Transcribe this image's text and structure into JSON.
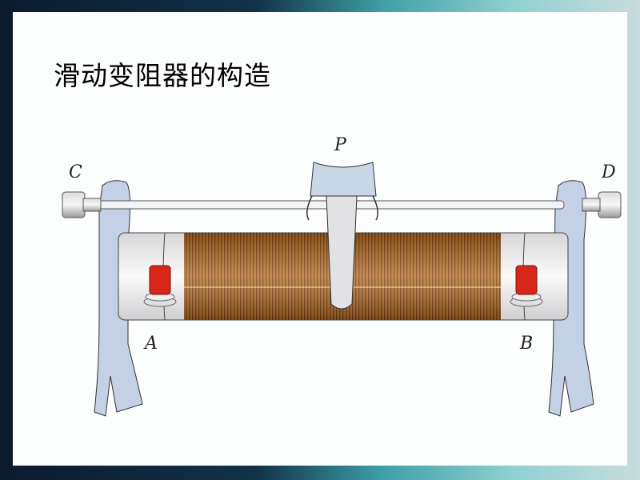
{
  "slide": {
    "title": "滑动变阻器的构造"
  },
  "diagram": {
    "labels": {
      "c": "C",
      "d": "D",
      "p": "P",
      "a": "A",
      "b": "B"
    },
    "colors": {
      "coil": "#b8702a",
      "stand": "#c4d0e6",
      "terminal": "#d8261a",
      "cylinder": "#e8e8ea"
    }
  }
}
